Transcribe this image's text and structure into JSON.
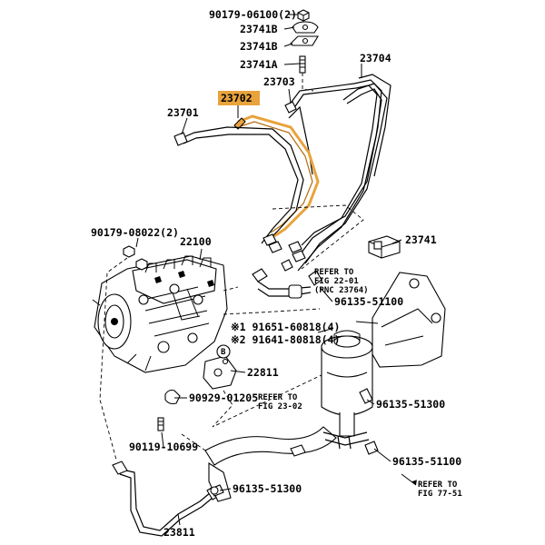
{
  "highlight_color": "#E8A33C",
  "labels": {
    "p90179_06100": "90179-06100(2)",
    "p23741b_1": "23741B",
    "p23741b_2": "23741B",
    "p23741a": "23741A",
    "p23704": "23704",
    "p23703": "23703",
    "p23702": "23702",
    "p23701": "23701",
    "p90179_08022": "90179-08022(2)",
    "p22100": "22100",
    "p23741": "23741",
    "refer1_a": "REFER TO",
    "refer1_b": "FIG 22-01",
    "refer1_c": "(PNC 23764)",
    "p96135_51100a": "96135-51100",
    "p91651": "※1 91651-60818(4)",
    "p91641": "※2 91641-80818(4)",
    "circle_b": "B",
    "p22811": "22811",
    "p90929": "90929-01205",
    "refer2_a": "REFER TO",
    "refer2_b": "FIG 23-02",
    "p96135_51300a": "96135-51300",
    "p90119": "90119-10699",
    "p96135_51100b": "96135-51100",
    "p96135_51300b": "96135-51300",
    "refer3_a": "REFER TO",
    "refer3_b": "FIG 77-51",
    "p23811": "23811"
  }
}
